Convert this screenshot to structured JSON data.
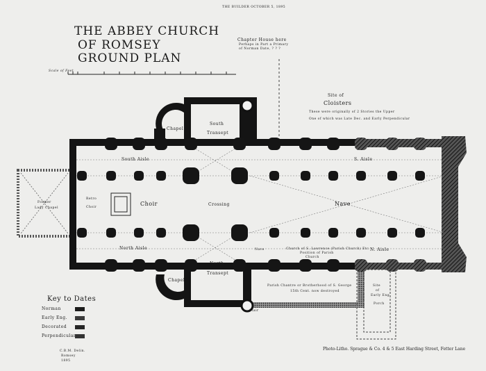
{
  "header": {
    "publication": "THE BUILDER OCTOBER 5, 1895"
  },
  "title": {
    "line1": "THE ABBEY CHURCH",
    "line2": "OF ROMSEY",
    "line3": "GROUND PLAN"
  },
  "scale": {
    "label": "Scale of Feet"
  },
  "notes": {
    "chapter_house": [
      "Chapter House here",
      "Perhaps in Part a Primary",
      "of Norman Date, ? ? ?"
    ],
    "cloisters_title": [
      "Site of",
      "Cloisters"
    ],
    "cloisters_note": [
      "These were originally of 2 Stories the Upper",
      "One of which was Late Dec. and Early Perpendicular"
    ],
    "parish": [
      "Parish Chantre or Brotherhood of S. George",
      "15th Cent. now destroyed"
    ],
    "porch": [
      "Site",
      "of",
      "Early Eng.",
      "Porch"
    ],
    "st_lawrence": [
      "Church of S. Lawrence (Parish Church) Etc",
      "Position of Parish",
      "Church"
    ]
  },
  "rooms": {
    "chapel_s": "Chapel",
    "south_transept": [
      "South",
      "Transept"
    ],
    "south_aisle": "South Aisle",
    "s_aisle_nave": "S. Aisle",
    "lady_chapel": [
      "Former",
      "Lady Chapel"
    ],
    "retro_choir": [
      "Retro",
      "Choir"
    ],
    "choir": "Choir",
    "crossing": "Crossing",
    "nave": "Nave",
    "north_aisle": "North Aisle",
    "n_aisle_nave": "N. Aisle",
    "north_transept": [
      "North",
      "Transept"
    ],
    "chapel_n": "Chapel",
    "stair": "Stair",
    "vestry": "Nave"
  },
  "key": {
    "title": "Key to Dates",
    "items": [
      {
        "label": "Norman",
        "color": "#151515"
      },
      {
        "label": "Early Eng.",
        "color": "#3a3a3a"
      },
      {
        "label": "Decorated",
        "color": "#252525"
      },
      {
        "label": "Perpendicular",
        "color": "#333333"
      }
    ]
  },
  "signature": [
    "C.B.M. Delin.",
    "Romsey",
    "1895"
  ],
  "printer": "Photo-Litho. Sprague & Co. 4 & 5 East Harding Street, Fetter Lane"
}
